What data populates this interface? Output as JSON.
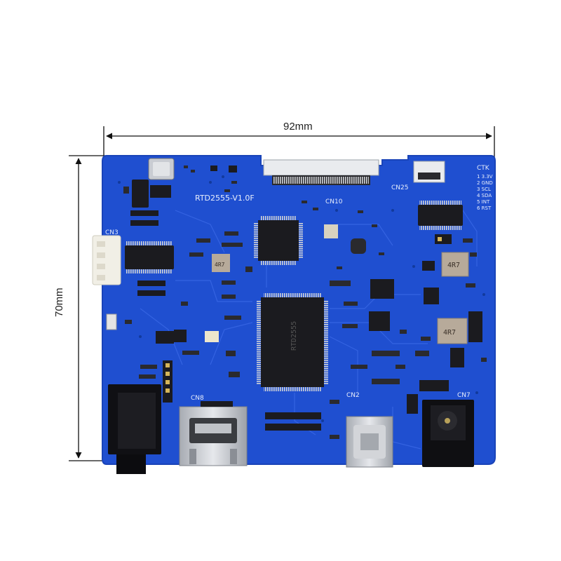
{
  "dimensions": {
    "width_label": "92mm",
    "height_label": "70mm"
  },
  "board": {
    "model": "RTD2555-V1.0F",
    "connectors": {
      "cn3": "CN3",
      "cn10": "CN10",
      "cn25": "CN25",
      "cn8": "CN8",
      "cn2": "CN2",
      "cn7": "CN7"
    },
    "ctk_header": {
      "title": "CTK",
      "pins": [
        "1 3.3V",
        "2 GND",
        "3 SCL",
        "4 SDA",
        "5 INT",
        "6 RST"
      ]
    },
    "inductors": [
      "4R7",
      "4R7",
      "4R7"
    ],
    "main_chip_marking": "RTD2555"
  },
  "colors": {
    "pcb_blue": "#1f4fd0",
    "pcb_edge": "#1a44b8",
    "silkscreen": "#e8eefc",
    "chip_black": "#1b1b1f",
    "metal": "#c9ccd2",
    "connector_white": "#f1efe6"
  }
}
